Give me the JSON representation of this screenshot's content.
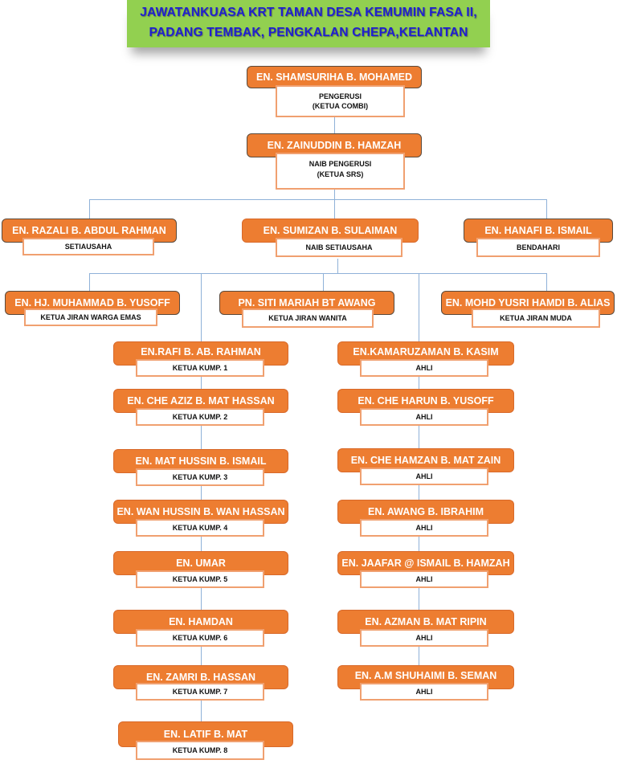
{
  "title": {
    "line1": "JAWATANKUASA KRT TAMAN DESA KEMUMIN FASA II,",
    "line2": "PADANG TEMBAK, PENGKALAN CHEPA,KELANTAN"
  },
  "colors": {
    "banner": "#92d050",
    "title_text": "#1f1fd0",
    "name_box": "#ed7d31",
    "role_border": "#f0a070",
    "connector": "#8fb1d8"
  },
  "top": [
    {
      "name": "EN. SHAMSURIHA B. MOHAMED",
      "role_line1": "PENGERUSI",
      "role_line2": "(KETUA COMBI)"
    },
    {
      "name": "EN. ZAINUDDIN B. HAMZAH",
      "role_line1": "NAIB PENGERUSI",
      "role_line2": "(KETUA SRS)"
    }
  ],
  "officers": [
    {
      "name": "EN. RAZALI B. ABDUL RAHMAN",
      "role": "SETIAUSAHA"
    },
    {
      "name": "EN. SUMIZAN B. SULAIMAN",
      "role": "NAIB SETIAUSAHA"
    },
    {
      "name": "EN. HANAFI B. ISMAIL",
      "role": "BENDAHARI"
    }
  ],
  "jiran": [
    {
      "name": "EN. HJ. MUHAMMAD B. YUSOFF",
      "role": "KETUA JIRAN WARGA EMAS"
    },
    {
      "name": "PN. SITI MARIAH BT AWANG",
      "role": "KETUA JIRAN WANITA"
    },
    {
      "name": "EN. MOHD YUSRI HAMDI B. ALIAS",
      "role": "KETUA JIRAN MUDA"
    }
  ],
  "ketua_kump": [
    {
      "name": "EN.RAFI B. AB. RAHMAN",
      "role": "KETUA KUMP. 1"
    },
    {
      "name": "EN. CHE AZIZ B. MAT HASSAN",
      "role": "KETUA KUMP. 2"
    },
    {
      "name": "EN. MAT HUSSIN B. ISMAIL",
      "role": "KETUA KUMP. 3"
    },
    {
      "name": "EN. WAN HUSSIN B. WAN HASSAN",
      "role": "KETUA KUMP. 4"
    },
    {
      "name": "EN. UMAR",
      "role": "KETUA KUMP. 5"
    },
    {
      "name": "EN. HAMDAN",
      "role": "KETUA KUMP. 6"
    },
    {
      "name": "EN. ZAMRI B. HASSAN",
      "role": "KETUA KUMP. 7"
    },
    {
      "name": "EN. LATIF B. MAT",
      "role": "KETUA KUMP. 8"
    }
  ],
  "ahli": [
    {
      "name": "EN.KAMARUZAMAN B. KASIM",
      "role": "AHLI"
    },
    {
      "name": "EN. CHE HARUN B. YUSOFF",
      "role": "AHLI"
    },
    {
      "name": "EN. CHE HAMZAN B. MAT ZAIN",
      "role": "AHLI"
    },
    {
      "name": "EN. AWANG B. IBRAHIM",
      "role": "AHLI"
    },
    {
      "name": "EN. JAAFAR @ ISMAIL B. HAMZAH",
      "role": "AHLI"
    },
    {
      "name": "EN. AZMAN B. MAT RIPIN",
      "role": "AHLI"
    },
    {
      "name": "EN. A.M SHUHAIMI B. SEMAN",
      "role": "AHLI"
    }
  ]
}
